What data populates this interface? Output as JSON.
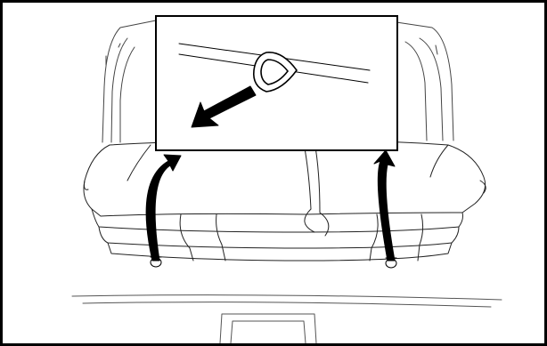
{
  "figure": {
    "subject": "rear-seat-cushion-removal",
    "inset": "seat-hook-detail",
    "icons": [
      "pull-direction-arrow",
      "lift-arrow-left",
      "lift-arrow-right",
      "seat-hook"
    ],
    "colors": {
      "line": "#000000",
      "background": "#ffffff",
      "accent_line": "#555555"
    }
  }
}
